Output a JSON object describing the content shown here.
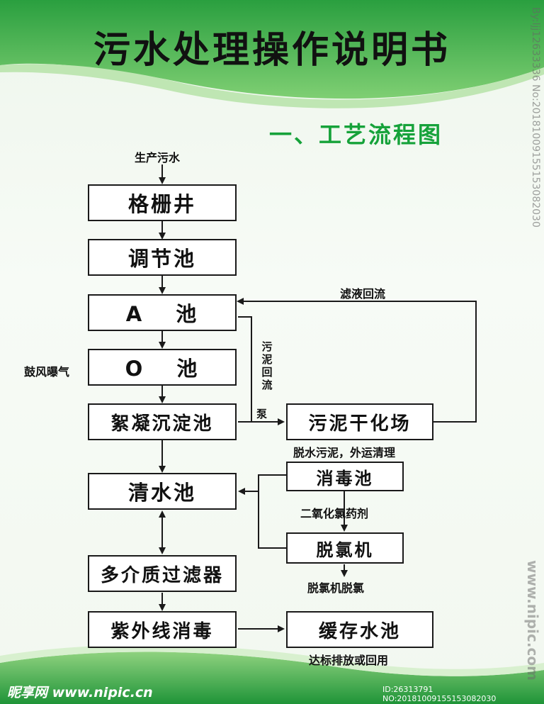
{
  "title": "污水处理操作说明书",
  "subtitle": "一、工艺流程图",
  "flow": {
    "input": "生产污水",
    "grille_well": "格栅井",
    "regulating_tank": "调节池",
    "a_tank": "A　 池",
    "o_tank": "O　 池",
    "aeration": "鼓风曝气",
    "sedimentation_tank": "絮凝沉淀池",
    "clear_water_tank": "清水池",
    "multimedia_filter": "多介质过滤器",
    "uv_disinfection": "紫外线消毒",
    "sludge_drying_yard": "污泥干化场",
    "sludge_note": "脱水污泥，外运清理",
    "filtrate_return": "滤液回流",
    "sludge_return": "污泥回流",
    "pump": "泵",
    "disinfection_tank": "消毒池",
    "chlorine_dioxide": "二氧化氯药剂",
    "dechlorinator": "脱氯机",
    "dechlorination": "脱氯机脱氯",
    "buffer_tank": "缓存水池",
    "discharge": "达标排放或回用"
  },
  "watermark": {
    "logo": "昵享网 www.nipic.cn",
    "footer_id": "ID:26313791 NO:20181009155153082030",
    "side_text": "By:ljj12633336 No:20181009155153082030",
    "side_site": "www.nipic.com"
  },
  "colors": {
    "accent": "#16a23a",
    "band": "#2ea84a",
    "ink": "#111111"
  }
}
